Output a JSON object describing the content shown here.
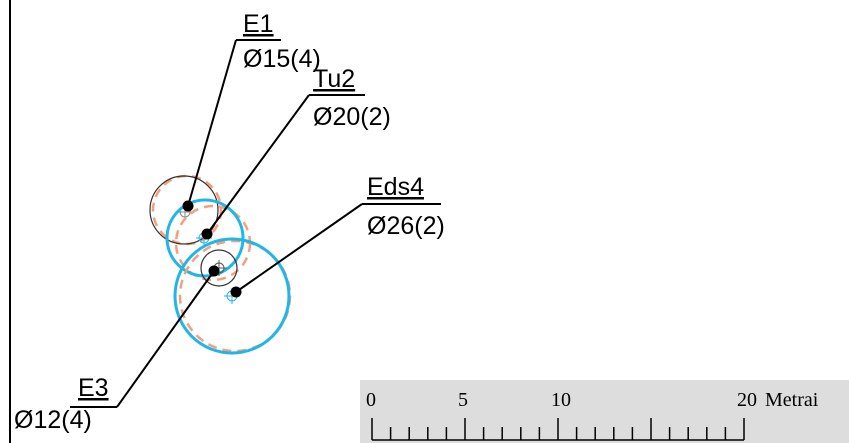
{
  "trees": [
    {
      "id": "E1",
      "name": "E1",
      "diameter": "Ø15(4)",
      "crown_color": "#333333"
    },
    {
      "id": "Tu2",
      "name": "Tu2",
      "diameter": "Ø20(2)",
      "crown_color": "#1fb6e8"
    },
    {
      "id": "E3",
      "name": "E3",
      "diameter": "Ø12(4)",
      "crown_color": "#333333"
    },
    {
      "id": "Eds4",
      "name": "Eds4",
      "diameter": "Ø26(2)",
      "crown_color": "#1fb6e8"
    }
  ],
  "projected_crown_color": "#f4a07f",
  "scale_bar": {
    "ticks": [
      "0",
      "5",
      "10",
      "20"
    ],
    "unit": "Metrai",
    "background": "#dddddd"
  }
}
